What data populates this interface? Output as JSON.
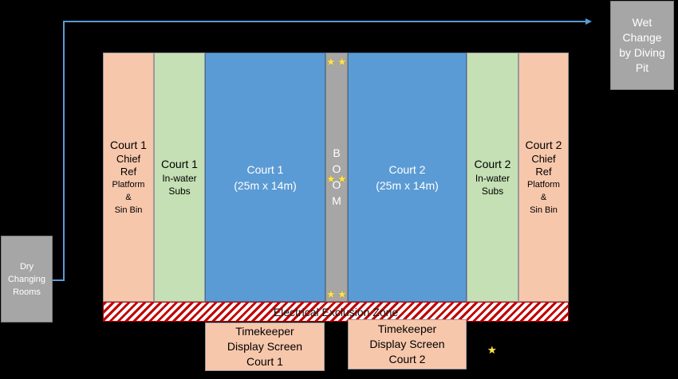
{
  "wet_change": {
    "l1": "Wet",
    "l2": "Change",
    "l3": "by Diving",
    "l4": "Pit"
  },
  "dry_changing": {
    "l1": "Dry",
    "l2": "Changing",
    "l3": "Rooms"
  },
  "court1_ref": {
    "l1": "Court 1",
    "l2": "Chief",
    "l3": "Ref",
    "l4": "Platform",
    "l5": "&",
    "l6": "Sin Bin"
  },
  "court1_subs": {
    "l1": "Court 1",
    "l2": "In-water",
    "l3": "Subs"
  },
  "court1": {
    "l1": "Court 1",
    "l2": "(25m x 14m)"
  },
  "boom": {
    "b": "B",
    "o1": "O",
    "o2": "O",
    "m": "M"
  },
  "court2": {
    "l1": "Court 2",
    "l2": "(25m x 14m)"
  },
  "court2_subs": {
    "l1": "Court 2",
    "l2": "In-water",
    "l3": "Subs"
  },
  "court2_ref": {
    "l1": "Court 2",
    "l2": "Chief",
    "l3": "Ref",
    "l4": "Platform",
    "l5": "&",
    "l6": "Sin Bin"
  },
  "exclusion_zone": "Electrical Exclusion Zone",
  "timekeeper1": {
    "l1": "Timekeeper",
    "l2": "Display Screen",
    "l3": "Court 1"
  },
  "timekeeper2": {
    "l1": "Timekeeper",
    "l2": "Display Screen",
    "l3": "Court 2"
  },
  "star_glyph": "★",
  "colors": {
    "court": "#5B9BD5",
    "subs": "#C5E0B4",
    "ref": "#F7C7AC",
    "boom": "#A6A6A6",
    "exclusion": "#C00000",
    "route_line": "#5B9BD5",
    "star": "#FFE34D"
  }
}
